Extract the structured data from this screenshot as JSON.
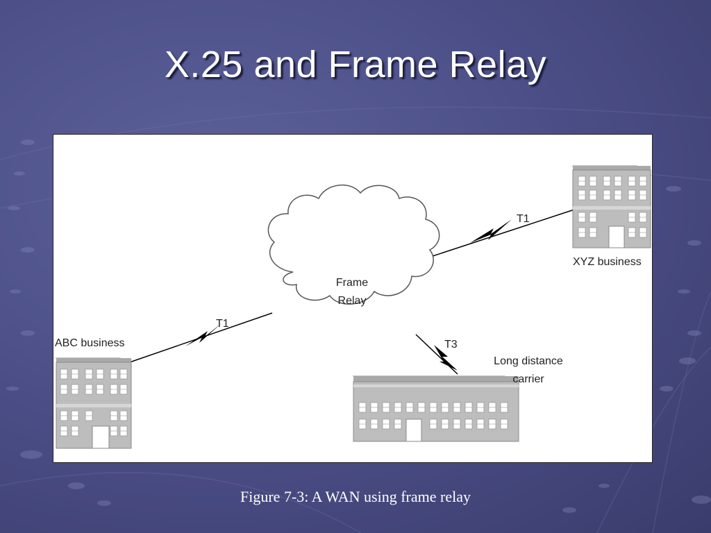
{
  "slide": {
    "title": "X.25 and Frame Relay",
    "caption": "Figure 7-3: A WAN using frame relay"
  },
  "diagram": {
    "cloud_label_line1": "Frame",
    "cloud_label_line2": "Relay",
    "abc_label": "ABC business",
    "xyz_label": "XYZ business",
    "carrier_label_line1": "Long distance",
    "carrier_label_line2": "carrier",
    "link_abc": "T1",
    "link_xyz": "T1",
    "link_carrier": "T3"
  },
  "colors": {
    "background": "#4d5089",
    "figure_bg": "#ffffff",
    "building": "#b5b5b5"
  }
}
